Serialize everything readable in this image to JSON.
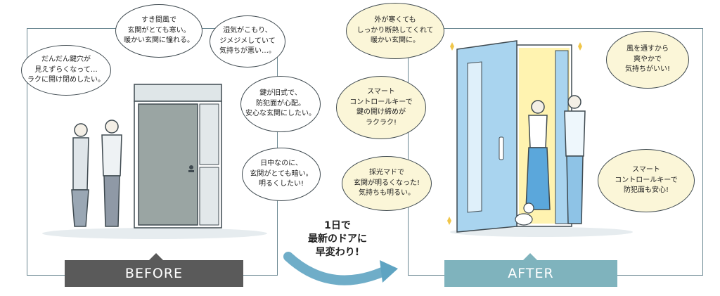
{
  "before": {
    "label": "BEFORE",
    "bubbles": [
      "だんだん鍵穴が\n見えずらくなって…\nラクに開け閉めしたい。",
      "すき間風で\n玄関がとても寒い。\n暖かい玄関に憧れる。",
      "湿気がこもり、\nジメジメしていて\n気持ちが悪い…。",
      "鍵が旧式で、\n防犯面が心配。\n安心な玄関にしたい。",
      "日中なのに、\n玄関がとても暗い。\n明るくしたい!"
    ]
  },
  "after": {
    "label": "AFTER",
    "bubbles": [
      "外が寒くても\nしっかり断熱してくれて\n暖かい玄関に。",
      "スマート\nコントロールキーで\n鍵の開け締めが\nラクラク!",
      "採光マドで\n玄関が明るくなった!\n気持ちも明るい。",
      "風を通すから\n爽やかで\n気持ちがいい!",
      "スマート\nコントロールキーで\n防犯面も安心!"
    ]
  },
  "center_text": "1日で\n最新のドアに\n早変わり!",
  "colors": {
    "before_label": "#5a5a5a",
    "after_label": "#7fb3bd",
    "after_bubble": "#fbf6d8",
    "door_before": "#9aa5a3",
    "door_after": "#a9d4ef",
    "arrow": "#5fa4c2"
  }
}
